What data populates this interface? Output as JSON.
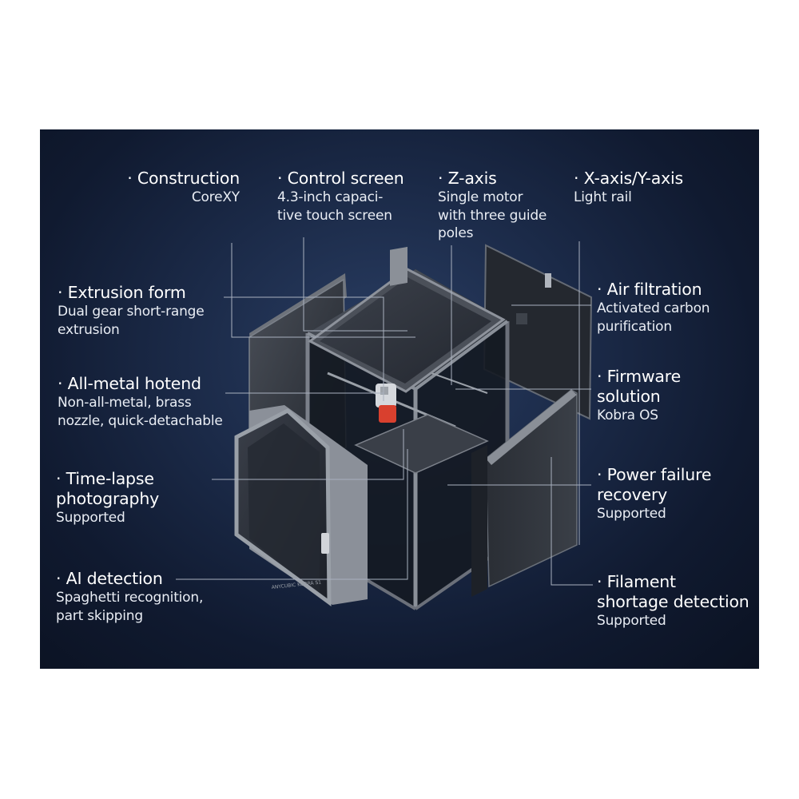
{
  "features": [
    {
      "key": "construction",
      "title": "· Construction",
      "desc": "CoreXY"
    },
    {
      "key": "control_screen",
      "title": "· Control screen",
      "desc": "4.3-inch capaci-\ntive touch screen"
    },
    {
      "key": "z_axis",
      "title": "· Z-axis",
      "desc": "Single motor\nwith three guide\npoles"
    },
    {
      "key": "xy_axis",
      "title": "· X-axis/Y-axis",
      "desc": "Light rail"
    },
    {
      "key": "extrusion_form",
      "title": "· Extrusion form",
      "desc": "Dual gear short-range\nextrusion"
    },
    {
      "key": "air_filtration",
      "title": "· Air filtration",
      "desc": "Activated carbon\npurification"
    },
    {
      "key": "hotend",
      "title": "· All-metal hotend",
      "desc": "Non-all-metal, brass\nnozzle, quick-detachable"
    },
    {
      "key": "firmware",
      "title": "· Firmware\nsolution",
      "desc": "Kobra OS"
    },
    {
      "key": "timelapse",
      "title": "· Time-lapse\nphotography",
      "desc": "Supported"
    },
    {
      "key": "power_failure",
      "title": "· Power failure\nrecovery",
      "desc": "Supported"
    },
    {
      "key": "ai_detection",
      "title": "· AI detection",
      "desc": "Spaghetti recognition,\npart skipping"
    },
    {
      "key": "filament",
      "title": "· Filament\nshortage detection",
      "desc": "Supported"
    }
  ],
  "printer_illustration": {
    "front_door_brand_text": "ANYCUBIC KOBRA S1"
  },
  "colors": {
    "panel_background": "#16223c",
    "text": "#ffffff",
    "leader_lines": "#a9b1bf",
    "metal_frame": "#5c616a",
    "glass": "#2a2f39",
    "accent_red": "#d9402e"
  }
}
